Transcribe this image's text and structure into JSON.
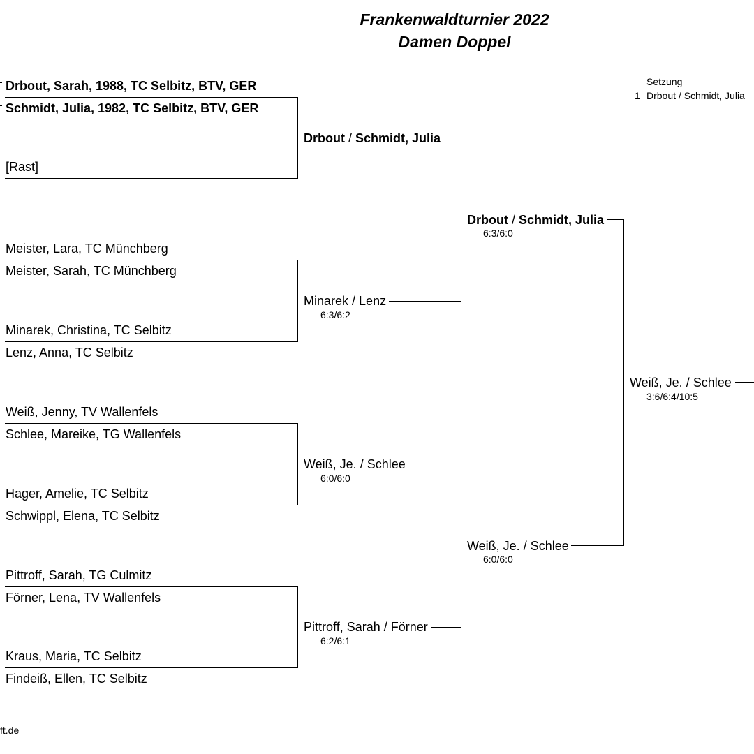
{
  "title": "Frankenwaldturnier 2022",
  "subtitle": "Damen Doppel",
  "seeding": {
    "header": "Setzung",
    "rank": "1",
    "team": "Drbout / Schmidt, Julia"
  },
  "round1": [
    {
      "p1": "Drbout, Sarah, 1988, TC Selbitz, BTV, GER",
      "p2": "Schmidt, Julia, 1982, TC Selbitz, BTV, GER",
      "p3": "[Rast]",
      "p4": ""
    },
    {
      "p1": "Meister, Lara, TC Münchberg",
      "p2": "Meister, Sarah, TC Münchberg",
      "p3": "Minarek, Christina, TC Selbitz",
      "p4": "Lenz, Anna, TC Selbitz"
    },
    {
      "p1": "Weiß, Jenny, TV Wallenfels",
      "p2": "Schlee, Mareike, TG Wallenfels",
      "p3": "Hager, Amelie, TC Selbitz",
      "p4": "Schwippl, Elena, TC Selbitz"
    },
    {
      "p1": "Pittroff, Sarah, TG Culmitz",
      "p2": "Förner, Lena, TV Wallenfels",
      "p3": "Kraus, Maria, TC Selbitz",
      "p4": "Findeiß, Ellen, TC Selbitz"
    }
  ],
  "round2": [
    {
      "a": "Drbout",
      "sep": " / ",
      "b": "Schmidt, Julia",
      "score": ""
    },
    {
      "a": "Minarek",
      "sep": " / ",
      "b": "Lenz",
      "score": "6:3/6:2"
    },
    {
      "a": "Weiß, Je.",
      "sep": " / ",
      "b": "Schlee",
      "score": "6:0/6:0"
    },
    {
      "a": "Pittroff, Sarah",
      "sep": " / ",
      "b": "Förner",
      "score": "6:2/6:1"
    }
  ],
  "semis": [
    {
      "a": "Drbout",
      "sep": " / ",
      "b": "Schmidt, Julia",
      "score": "6:3/6:0"
    },
    {
      "a": "Weiß, Je.",
      "sep": " / ",
      "b": "Schlee",
      "score": "6:0/6:0"
    }
  ],
  "final": {
    "a": "Weiß, Je.",
    "sep": " / ",
    "b": "Schlee",
    "score": "3:6/6:4/10:5"
  },
  "footer": "ft.de"
}
